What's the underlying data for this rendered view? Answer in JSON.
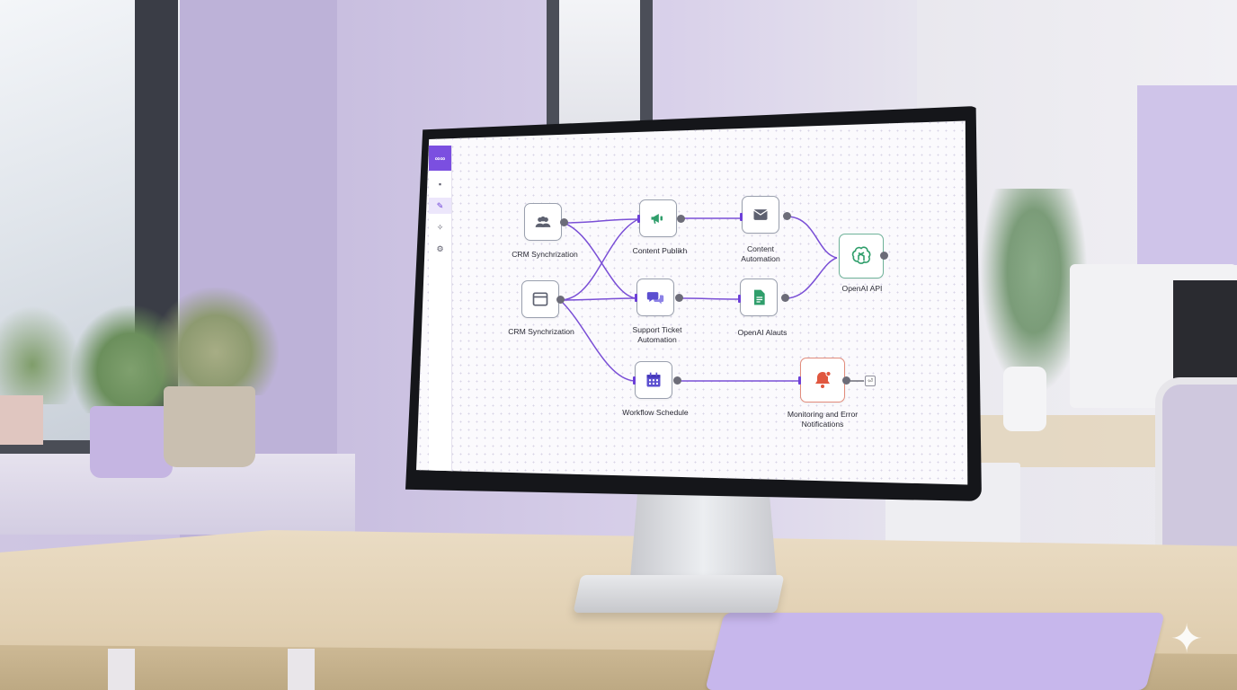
{
  "app": {
    "logo_text": "∞∞",
    "sidebar": [
      {
        "icon": "folder-icon",
        "glyph": "▪"
      },
      {
        "icon": "pen-icon",
        "glyph": "✎"
      },
      {
        "icon": "magic-wand-icon",
        "glyph": "✧"
      },
      {
        "icon": "gear-icon",
        "glyph": "⚙"
      }
    ]
  },
  "workflow": {
    "nodes": {
      "crm_sync_1": "CRM Synchrization",
      "crm_sync_2": "CRM Synchrization",
      "content_publish": "Content Publikh",
      "content_automation": "Content\nAutomation",
      "support_ticket": "Support Ticket\nAutomation",
      "openai_alauts": "OpenAI Alauts",
      "openai_api": "OpenAI API",
      "workflow_schedule": "Workflow Schedule",
      "monitoring": "Monitoring and Error\nNotifications"
    },
    "end_marker": "⏎"
  },
  "colors": {
    "accent": "#6c3fd8",
    "connector": "#7a4fd6",
    "node_border": "#9aa0ae",
    "openai_border": "#6fb39a",
    "alert_border": "#e28c7c"
  }
}
